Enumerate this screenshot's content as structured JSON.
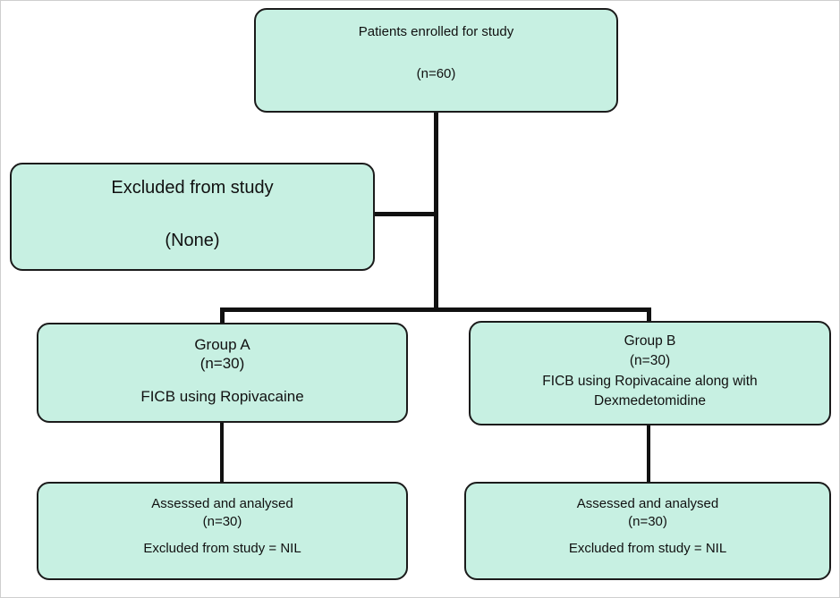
{
  "diagram": {
    "colors": {
      "box_fill": "#c7f0e2",
      "box_border": "#1b1b1b",
      "connector": "#111111",
      "background": "#ffffff",
      "text": "#111111"
    },
    "nodes": {
      "enrolled": {
        "line1": "Patients enrolled for study",
        "line2": "(n=60)"
      },
      "excluded": {
        "line1": "Excluded from study",
        "line2": "(None)"
      },
      "group_a": {
        "line1": "Group A",
        "line2": "(n=30)",
        "line3": "FICB using Ropivacaine"
      },
      "group_b": {
        "line1": "Group B",
        "line2": "(n=30)",
        "line3": "FICB using Ropivacaine along with",
        "line4": "Dexmedetomidine"
      },
      "assessed_a": {
        "line1": "Assessed and analysed",
        "line2": "(n=30)",
        "line3": "Excluded from study = NIL"
      },
      "assessed_b": {
        "line1": "Assessed and analysed",
        "line2": "(n=30)",
        "line3": "Excluded from study = NIL"
      }
    }
  }
}
